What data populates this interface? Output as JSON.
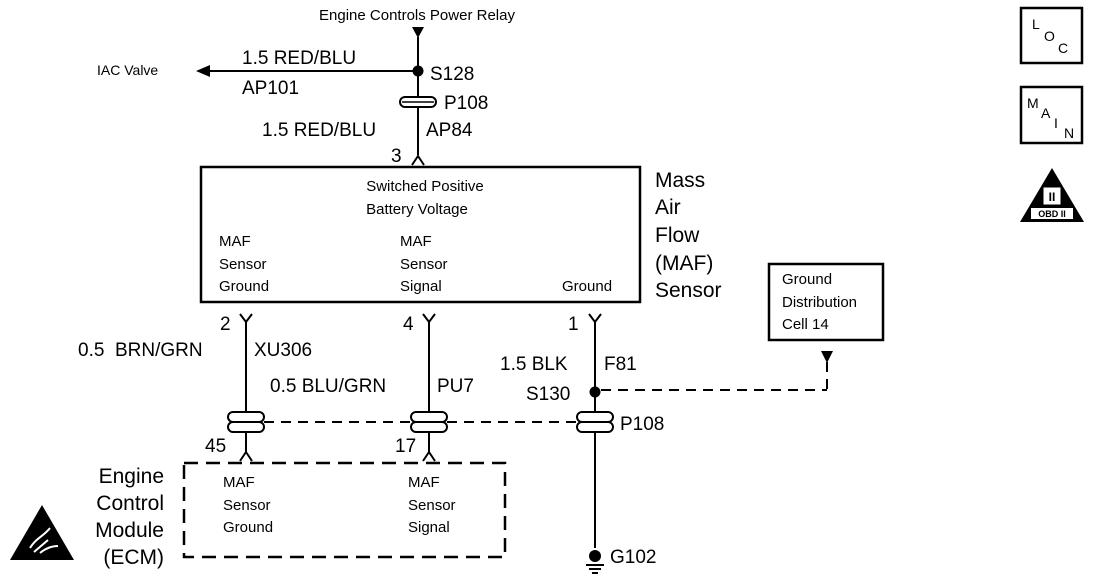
{
  "labels": {
    "power_relay": "Engine Controls Power Relay",
    "iac_valve": "IAC Valve",
    "wire_top_color": "1.5 RED/BLU",
    "wire_top_circuit": "AP101",
    "splice_s128": "S128",
    "connector_p108_top": "P108",
    "wire_sensor_supply": "1.5 RED/BLU",
    "wire_sensor_supply_circuit": "AP84",
    "pin_3": "3",
    "sensor_name": [
      "Mass",
      "Air",
      "Flow",
      "(MAF)",
      "Sensor"
    ],
    "switched_positive": [
      "Switched Positive",
      "Battery Voltage"
    ],
    "maf_ground": [
      "MAF",
      "Sensor",
      "Ground"
    ],
    "maf_signal": [
      "MAF",
      "Sensor",
      "Signal"
    ],
    "ground": "Ground",
    "pin_2": "2",
    "pin_4": "4",
    "pin_1": "1",
    "wire_ground_color": "0.5  BRN/GRN",
    "wire_ground_circuit": "XU306",
    "wire_signal_color": "0.5 BLU/GRN",
    "wire_signal_circuit": "PU7",
    "wire_blk_color": "1.5 BLK",
    "wire_blk_circuit": "F81",
    "splice_s130": "S130",
    "connector_p108_bottom": "P108",
    "ground_distribution": [
      "Ground",
      "Distribution",
      "Cell 14"
    ],
    "pin_45": "45",
    "pin_17": "17",
    "ecm_name": [
      "Engine",
      "Control",
      "Module",
      "(ECM)"
    ],
    "ecm_ground": [
      "MAF",
      "Sensor",
      "Ground"
    ],
    "ecm_signal": [
      "MAF",
      "Sensor",
      "Signal"
    ],
    "ground_g102": "G102",
    "loc_icon": [
      "L",
      "O",
      "C"
    ],
    "main_icon": [
      "M",
      "A",
      "I",
      "N"
    ],
    "obd_icon": [
      "II",
      "OBD II"
    ]
  }
}
